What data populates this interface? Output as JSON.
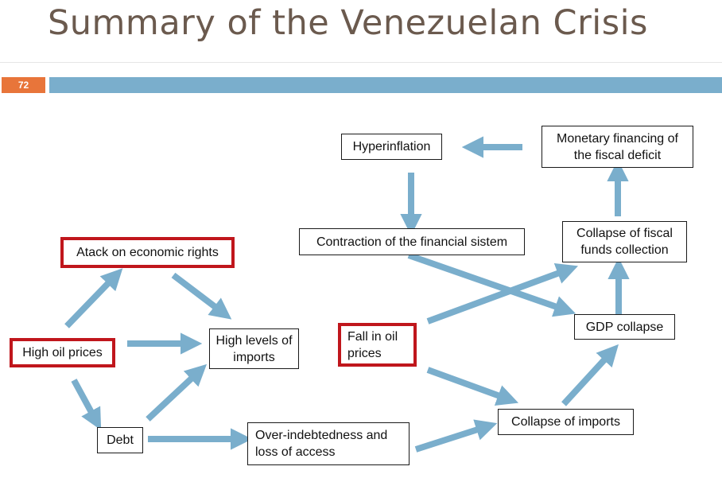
{
  "slide": {
    "title": "Summary of the Venezuelan Crisis",
    "number": "72"
  },
  "colors": {
    "title": "#6b5a4e",
    "accent_orange": "#e8753a",
    "accent_blue": "#7aaecc",
    "arrow": "#7aaecc",
    "highlight_border": "#c0161c"
  },
  "nodes": {
    "hyperinflation": "Hyperinflation",
    "monetary_financing": "Monetary financing of the fiscal deficit",
    "contraction_financial": "Contraction of the financial sistem",
    "collapse_fiscal": "Collapse of fiscal funds collection",
    "atack_economic_rights": "Atack on economic rights",
    "high_oil_prices": "High oil prices",
    "high_levels_imports": "High levels of imports",
    "fall_oil_prices": "Fall in oil prices",
    "gdp_collapse": "GDP collapse",
    "debt": "Debt",
    "over_indebtedness": "Over-indebtedness and loss of access",
    "collapse_imports": "Collapse of imports"
  },
  "highlighted_nodes": [
    "Atack on economic rights",
    "High oil prices",
    "Fall in oil prices"
  ],
  "edges": [
    [
      "High oil prices",
      "Atack on economic rights"
    ],
    [
      "Atack on economic rights",
      "High levels of imports"
    ],
    [
      "High oil prices",
      "High levels of imports"
    ],
    [
      "High oil prices",
      "Debt"
    ],
    [
      "Debt",
      "High levels of imports"
    ],
    [
      "Debt",
      "Over-indebtedness and loss of access"
    ],
    [
      "Over-indebtedness and loss of access",
      "Collapse of imports"
    ],
    [
      "Fall in oil prices",
      "Collapse of imports"
    ],
    [
      "Fall in oil prices",
      "Collapse of fiscal funds collection"
    ],
    [
      "Contraction of the financial sistem",
      "GDP collapse"
    ],
    [
      "Collapse of imports",
      "GDP collapse"
    ],
    [
      "GDP collapse",
      "Collapse of fiscal funds collection"
    ],
    [
      "Collapse of fiscal funds collection",
      "Monetary financing of the fiscal deficit"
    ],
    [
      "Monetary financing of the fiscal deficit",
      "Hyperinflation"
    ],
    [
      "Hyperinflation",
      "Contraction of the financial sistem"
    ]
  ]
}
